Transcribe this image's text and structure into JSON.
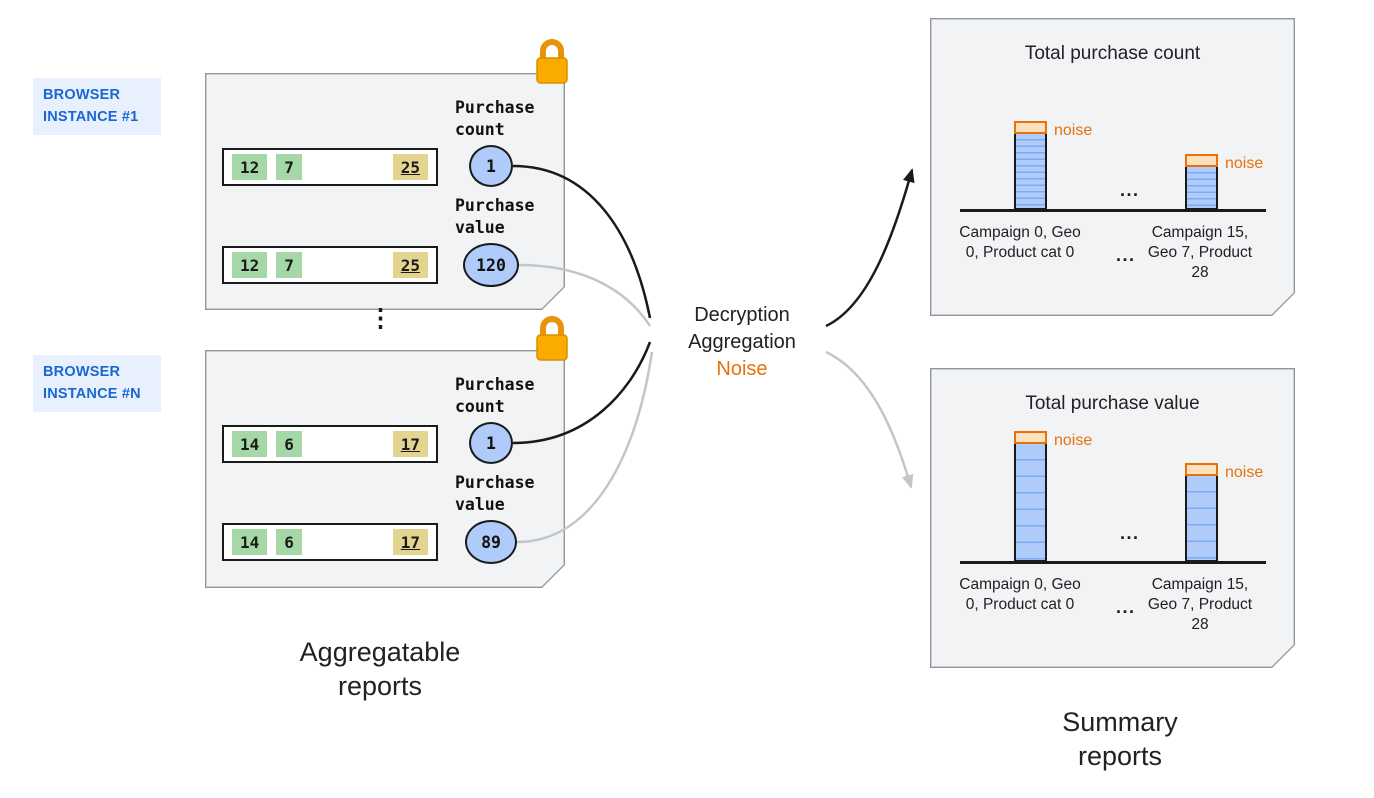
{
  "colors": {
    "instance_label_bg": "#e8f0fe",
    "instance_label_text": "#1967d2",
    "card_bg": "#f1f3f4",
    "bubble_blue": "#aecbfa",
    "chip_green": "#a5d7a7",
    "chip_yellow": "#e3d58f",
    "bar_blue": "#aecbfa",
    "noise_orange": "#e8710a",
    "lock_orange": "#f9ab00",
    "line_black": "#1a1a1a",
    "line_gray": "#c2c6ca"
  },
  "instances": [
    {
      "label": "BROWSER INSTANCE #1",
      "rows": [
        {
          "values": [
            "12",
            "7",
            "25"
          ]
        },
        {
          "values": [
            "12",
            "7",
            "25"
          ]
        }
      ],
      "metrics": [
        {
          "label": "Purchase count",
          "value": "1"
        },
        {
          "label": "Purchase value",
          "value": "120"
        }
      ]
    },
    {
      "label": "BROWSER INSTANCE #N",
      "rows": [
        {
          "values": [
            "14",
            "6",
            "17"
          ]
        },
        {
          "values": [
            "14",
            "6",
            "17"
          ]
        }
      ],
      "metrics": [
        {
          "label": "Purchase count",
          "value": "1"
        },
        {
          "label": "Purchase value",
          "value": "89"
        }
      ]
    }
  ],
  "between_cards_dots": "⋮",
  "process": {
    "steps": [
      "Decryption",
      "Aggregation",
      "Noise"
    ]
  },
  "captions": {
    "left": "Aggregatable reports",
    "right": "Summary reports"
  },
  "summary": {
    "cards": [
      {
        "title": "Total purchase count",
        "bars": [
          {
            "noise_label": "noise",
            "relative_height": 0.62
          },
          {
            "noise_label": "noise",
            "relative_height": 0.38
          }
        ],
        "mid_dots": "...",
        "xlabels": [
          "Campaign 0, Geo 0, Product cat 0",
          "...",
          "Campaign 15, Geo 7, Product 28"
        ]
      },
      {
        "title": "Total purchase value",
        "bars": [
          {
            "noise_label": "noise",
            "relative_height": 0.92
          },
          {
            "noise_label": "noise",
            "relative_height": 0.68
          }
        ],
        "mid_dots": "...",
        "xlabels": [
          "Campaign 0, Geo 0, Product cat 0",
          "...",
          "Campaign 15, Geo 7, Product 28"
        ]
      }
    ]
  }
}
